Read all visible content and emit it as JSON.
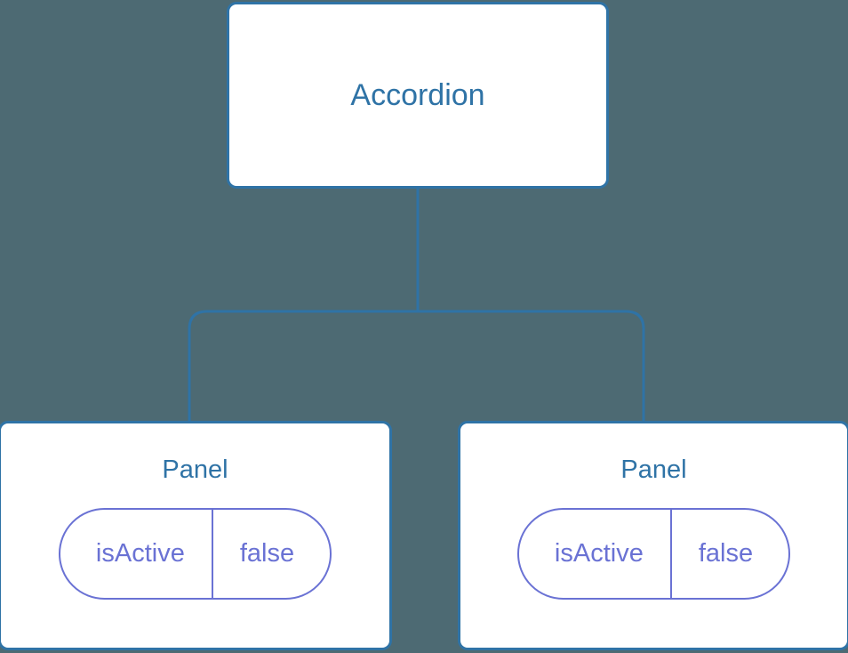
{
  "diagram": {
    "type": "component-tree",
    "background_color": "#4d6a73",
    "node_border_color": "#2f73a6",
    "node_fill_color": "#ffffff",
    "connector_color": "#2f73a6",
    "prop_accent_color": "#6a72d4",
    "root": {
      "label": "Accordion"
    },
    "children": [
      {
        "label": "Panel",
        "props": [
          {
            "key": "isActive",
            "value": "false"
          }
        ]
      },
      {
        "label": "Panel",
        "props": [
          {
            "key": "isActive",
            "value": "false"
          }
        ]
      }
    ]
  }
}
